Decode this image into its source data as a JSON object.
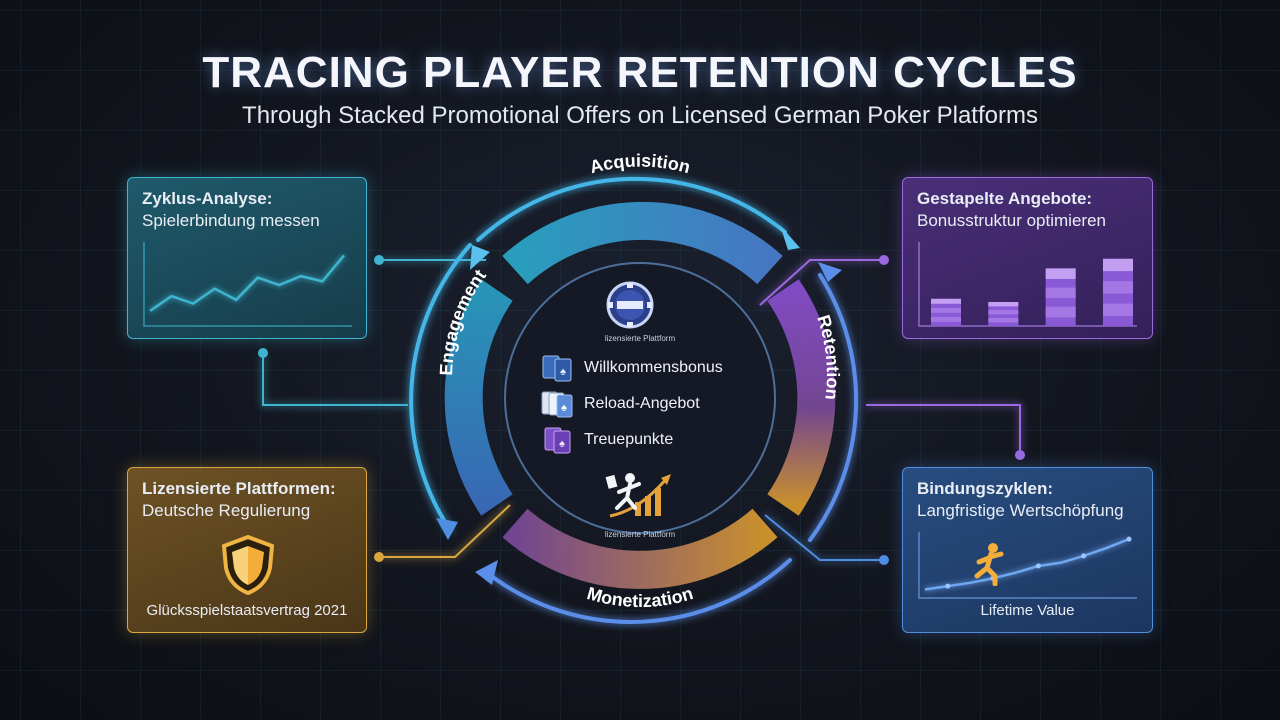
{
  "header": {
    "title": "TRACING PLAYER RETENTION CYCLES",
    "subtitle": "Through Stacked Promotional Offers on Licensed German Poker Platforms"
  },
  "cycle": {
    "stages": {
      "acquisition": "Acquisition",
      "retention": "Retention",
      "monetization": "Monetization",
      "engagement": "Engagement"
    },
    "center": {
      "top_label": "lizensierte Plattform",
      "bottom_label": "lizensierte Plattform",
      "offers": [
        "Willkommensbonus",
        "Reload-Angebot",
        "Treuepunkte"
      ]
    }
  },
  "cards": {
    "analysis": {
      "title": "Zyklus-Analyse:",
      "subtitle": "Spielerbindung messen",
      "color": "#3fb5d0",
      "trend": [
        0.15,
        0.35,
        0.25,
        0.45,
        0.3,
        0.6,
        0.5,
        0.62,
        0.55,
        0.9
      ]
    },
    "offers": {
      "title": "Gestapelte Angebote:",
      "subtitle": "Bonusstruktur optimieren",
      "color": "#9b6ae0",
      "stack_levels": [
        0.34,
        0.3,
        0.72,
        0.84
      ]
    },
    "licensing": {
      "title": "Lizensierte Plattformen:",
      "subtitle": "Deutsche Regulierung",
      "footer": "Glücksspielstaatsvertrag 2021",
      "color": "#d9a640",
      "icon": "shield-icon"
    },
    "cycles": {
      "title": "Bindungszyklen:",
      "subtitle": "Langfristige Wertschöpfung",
      "footer": "Lifetime Value",
      "color": "#4f8ee0",
      "icon": "runner-icon",
      "trend": [
        0.08,
        0.14,
        0.2,
        0.28,
        0.38,
        0.5,
        0.56,
        0.68,
        0.82,
        0.98
      ]
    }
  }
}
